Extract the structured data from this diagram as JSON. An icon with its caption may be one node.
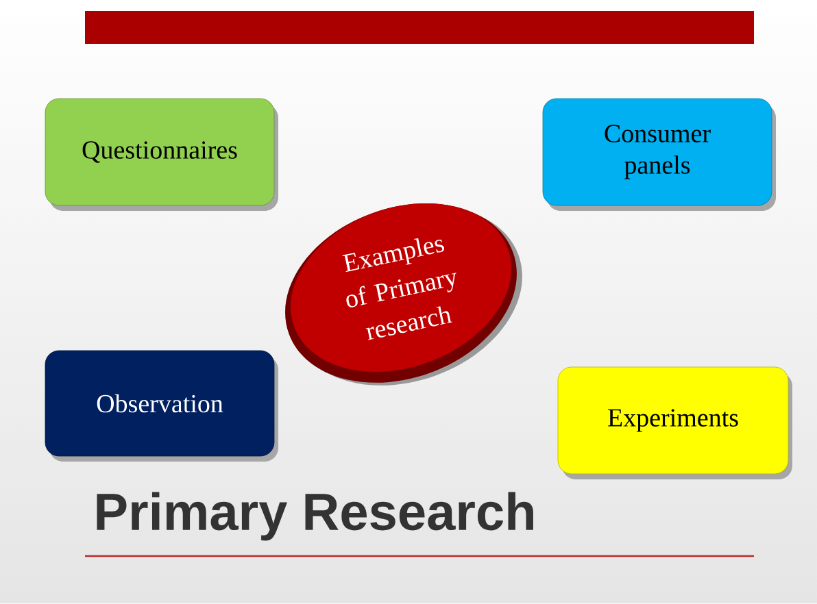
{
  "diagram": {
    "title": "Primary Research",
    "nodes": [
      {
        "text": [
          "Questionnaires"
        ]
      },
      {
        "text": [
          "Consumer panels"
        ]
      },
      {
        "text": [
          "Examples of Primary research"
        ]
      },
      {
        "text": [
          "Observation"
        ]
      },
      {
        "text": [
          "Experiments"
        ]
      }
    ]
  }
}
